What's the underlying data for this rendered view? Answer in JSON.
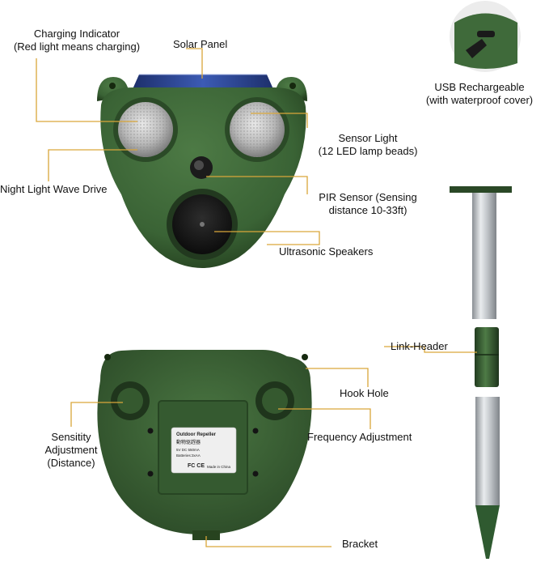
{
  "labels": {
    "charging_indicator": {
      "line1": "Charging Indicator",
      "line2": "(Red light means charging)"
    },
    "solar_panel": "Solar Panel",
    "usb_rechargeable": {
      "line1": "USB Rechargeable",
      "line2": "(with waterproof cover)"
    },
    "sensor_light": {
      "line1": "Sensor Light",
      "line2": "(12 LED lamp beads)"
    },
    "night_light_wave_drive": "Night Light Wave Drive",
    "pir_sensor": {
      "line1": "PIR Sensor (Sensing",
      "line2": "distance 10-33ft)"
    },
    "ultrasonic_speakers": "Ultrasonic Speakers",
    "link_header": "Link-Header",
    "hook_hole": "Hook Hole",
    "sensitity_adjustment": {
      "line1": "Sensitity",
      "line2": "Adjustment",
      "line3": "(Distance)"
    },
    "frequency_adjustment": "Frequency Adjustment",
    "bracket": "Bracket"
  },
  "sticker": {
    "title": "Outdoor Repeller",
    "subtitle": "動物驱趕器",
    "spec1": "5V  DC  550mA",
    "spec2": "Batteries:3xAA",
    "marks": "FC CE",
    "origin": "Made in China"
  },
  "colors": {
    "device_green": "#3f6a3a",
    "device_dark": "#2c4e2a",
    "leader_line": "#d9a63a",
    "stake_silver": "#c9cdd1"
  }
}
